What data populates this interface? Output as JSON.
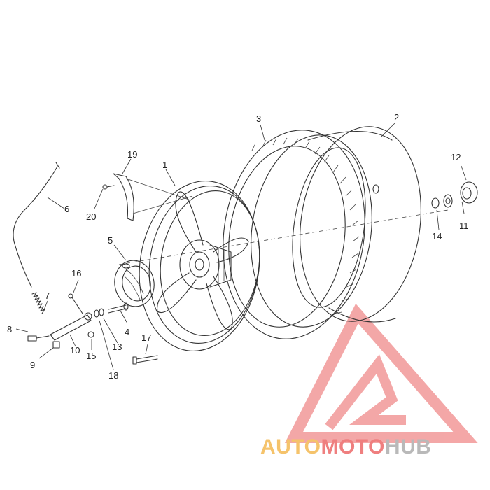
{
  "diagram": {
    "callouts": [
      {
        "id": "1",
        "label": "1"
      },
      {
        "id": "2",
        "label": "2"
      },
      {
        "id": "3",
        "label": "3"
      },
      {
        "id": "4",
        "label": "4"
      },
      {
        "id": "5",
        "label": "5"
      },
      {
        "id": "6",
        "label": "6"
      },
      {
        "id": "7",
        "label": "7"
      },
      {
        "id": "8",
        "label": "8"
      },
      {
        "id": "9",
        "label": "9"
      },
      {
        "id": "10",
        "label": "10"
      },
      {
        "id": "11",
        "label": "11"
      },
      {
        "id": "12",
        "label": "12"
      },
      {
        "id": "13",
        "label": "13"
      },
      {
        "id": "14",
        "label": "14"
      },
      {
        "id": "15",
        "label": "15"
      },
      {
        "id": "16",
        "label": "16"
      },
      {
        "id": "17",
        "label": "17"
      },
      {
        "id": "18",
        "label": "18"
      },
      {
        "id": "19",
        "label": "19"
      },
      {
        "id": "20",
        "label": "20"
      }
    ]
  },
  "watermark": {
    "part1": "AUTO",
    "part2": "MOTO",
    "part3": "HUB",
    "colors": {
      "auto": "#f5c36b",
      "moto": "#ef7f7f",
      "hub": "#b9b9b9",
      "triangle": "#f08a8a"
    }
  }
}
